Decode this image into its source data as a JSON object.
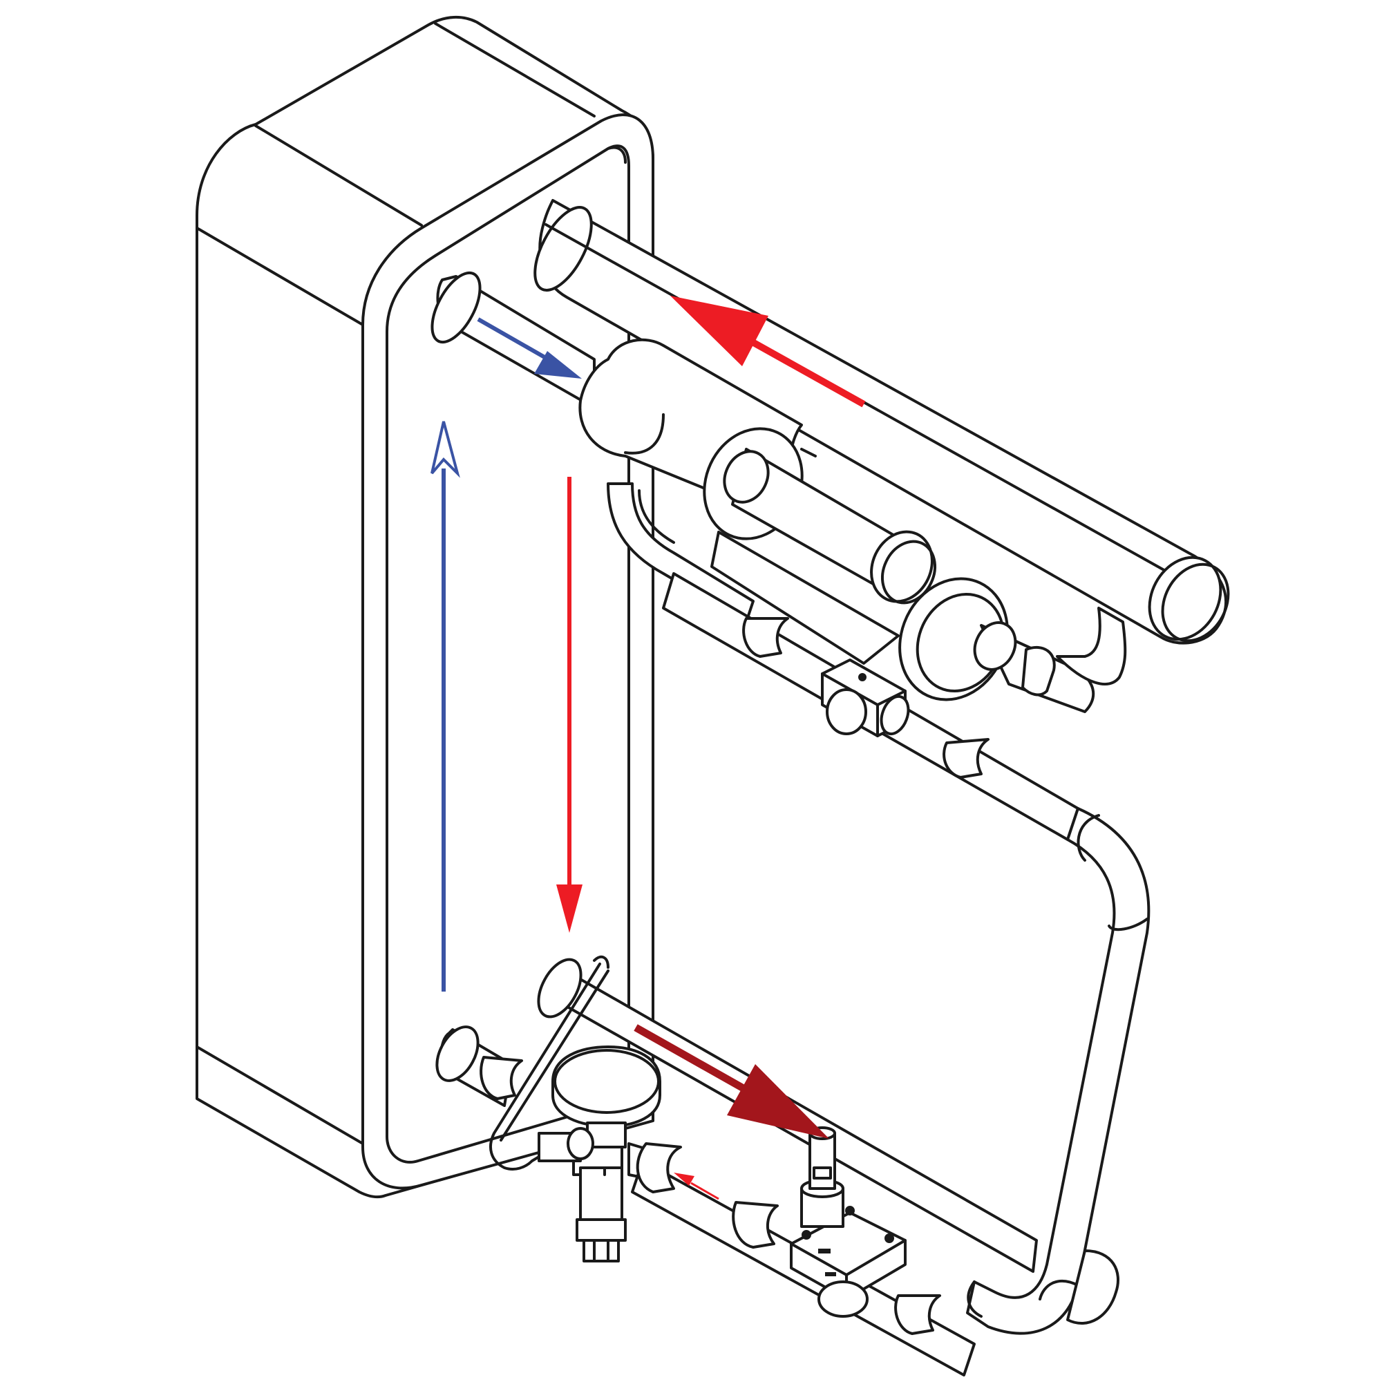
{
  "diagram": {
    "colors": {
      "line": "#1a1a1a",
      "background": "#ffffff",
      "hot_flow": "#ed1c24",
      "hot_flow_dark": "#a3161c",
      "cold_flow": "#3a53a4"
    },
    "flow_arrows": [
      {
        "id": "inlet-top-left",
        "color": "cold_flow",
        "direction": "down-right",
        "style": "filled"
      },
      {
        "id": "left-side-upward",
        "color": "cold_flow",
        "direction": "up",
        "style": "open"
      },
      {
        "id": "top-outlet-return",
        "color": "hot_flow",
        "direction": "up-left",
        "style": "filled"
      },
      {
        "id": "middle-downward",
        "color": "hot_flow",
        "direction": "down",
        "style": "filled"
      },
      {
        "id": "bottom-outlet",
        "color": "hot_flow_dark",
        "direction": "down-right",
        "style": "filled"
      },
      {
        "id": "valve-line",
        "color": "hot_flow",
        "direction": "up-left",
        "style": "thin"
      }
    ],
    "icons": [
      "plate-heat-exchanger-icon",
      "expansion-valve-icon",
      "solenoid-valve-icon",
      "sight-glass-icon",
      "filter-drier-icon"
    ]
  }
}
